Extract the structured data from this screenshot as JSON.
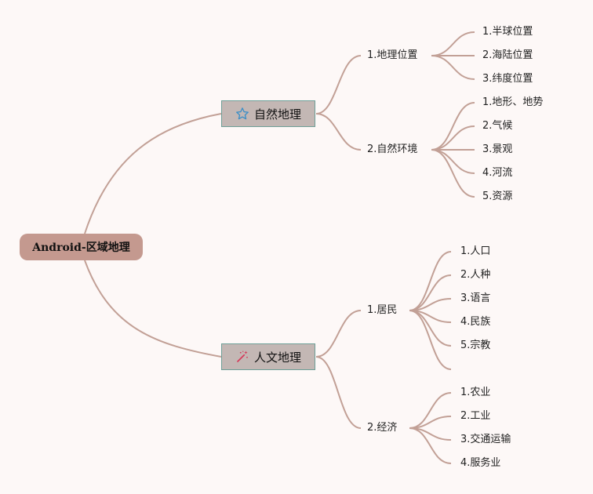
{
  "root": {
    "label": "Android-区域地理"
  },
  "branches": [
    {
      "label": "自然地理",
      "icon": "star-icon",
      "children": [
        {
          "label": "1.地理位置",
          "leaves": [
            "1.半球位置",
            "2.海陆位置",
            "3.纬度位置"
          ]
        },
        {
          "label": "2.自然环境",
          "leaves": [
            "1.地形、地势",
            "2.气候",
            "3.景观",
            "4.河流",
            "5.资源"
          ]
        }
      ]
    },
    {
      "label": "人文地理",
      "icon": "magic-wand-icon",
      "children": [
        {
          "label": "1.居民",
          "leaves": [
            "1.人口",
            "2.人种",
            "3.语言",
            "4.民族",
            "5.宗教",
            ""
          ]
        },
        {
          "label": "2.经济",
          "leaves": [
            "1.农业",
            "2.工业",
            "3.交通运输",
            "4.服务业"
          ]
        }
      ]
    }
  ],
  "colors": {
    "line": "#c2a096",
    "root_bg": "#c4998f",
    "branch_bg": "#c3b7b4",
    "branch_border": "#6e9f98",
    "star": "#3d8fc7",
    "wand": "#d63a5a"
  }
}
